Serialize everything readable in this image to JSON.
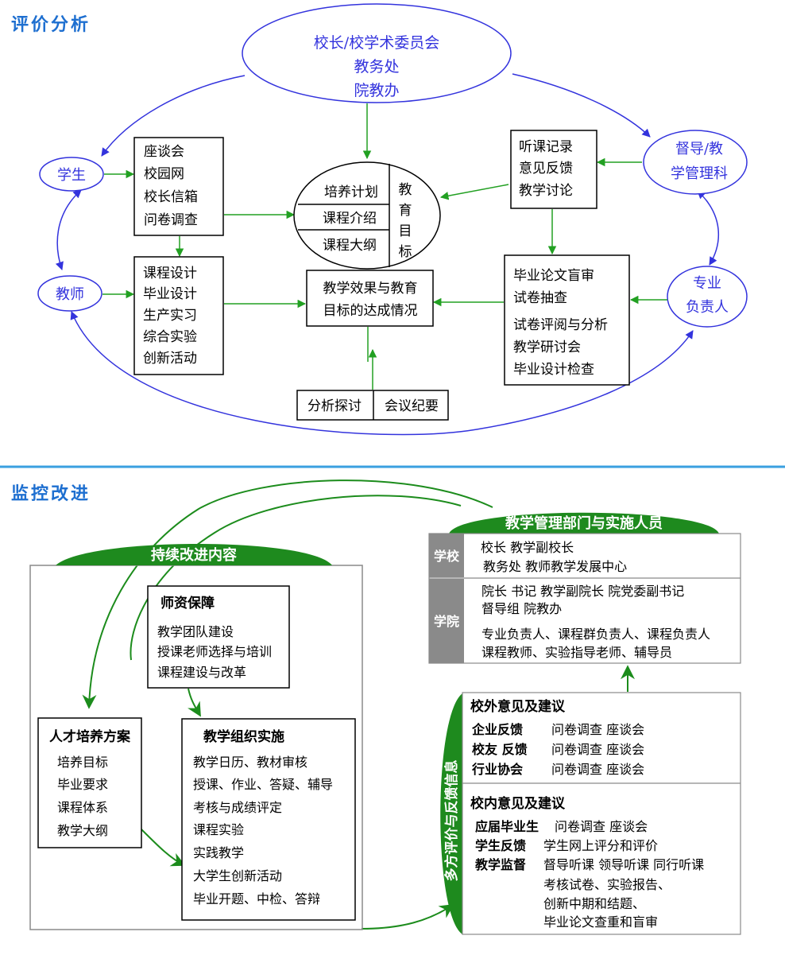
{
  "section1": {
    "title": "评价分析",
    "top_ellipse": [
      "校长/校学术委员会",
      "教务处",
      "院教办"
    ],
    "student": "学生",
    "teacher": "教师",
    "supervisor": [
      "督导/教",
      "学管理科"
    ],
    "major_head": [
      "专业",
      "负责人"
    ],
    "student_channels": [
      "座谈会",
      "校园网",
      "校长信箱",
      "问卷调查"
    ],
    "teacher_channels": [
      "课程设计",
      "毕业设计",
      "生产实习",
      "综合实验",
      "创新活动"
    ],
    "center_items": [
      "培养计划",
      "课程介绍",
      "课程大纲"
    ],
    "center_side": [
      "教",
      "育",
      "目",
      "标"
    ],
    "outcome": [
      "教学效果与教育",
      "目标的达成情况"
    ],
    "supervision_box": [
      "听课记录",
      "意见反馈",
      "教学讨论"
    ],
    "review_box": [
      "毕业论文盲审",
      "试卷抽查",
      "试卷评阅与分析",
      "教学研讨会",
      "毕业设计检查"
    ],
    "outputs": [
      "分析探讨",
      "会议纪要"
    ]
  },
  "section2": {
    "title": "监控改进",
    "continuous_label": "持续改进内容",
    "mgmt_label": "教学管理部门与实施人员",
    "faculty": {
      "title": "师资保障",
      "items": [
        "教学团队建设",
        "授课老师选择与培训",
        "课程建设与改革"
      ]
    },
    "talent": {
      "title": "人才培养方案",
      "items": [
        "培养目标",
        "毕业要求",
        "课程体系",
        "教学大纲"
      ]
    },
    "teaching": {
      "title": "教学组织实施",
      "items": [
        "教学日历、教材审核",
        "授课、作业、答疑、辅导",
        "考核与成绩评定",
        "课程实验",
        "实践教学",
        "大学生创新活动",
        "毕业开题、中检、答辩"
      ]
    },
    "school": {
      "label": "学校",
      "lines": [
        "校长 教学副校长",
        "教务处 教师教学发展中心"
      ]
    },
    "college": {
      "label": "学院",
      "lines": [
        "院长 书记 教学副院长 院党委副书记",
        "督导组 院教办",
        "专业负责人、课程群负责人、课程负责人",
        "课程教师、实验指导老师、辅导员"
      ]
    },
    "feedback_label": "多方评价与反馈信息",
    "external": {
      "title": "校外意见及建议",
      "rows": [
        {
          "label": "企业反馈",
          "value": "问卷调查 座谈会"
        },
        {
          "label": "校友 反馈",
          "value": "问卷调查 座谈会"
        },
        {
          "label": "行业协会",
          "value": "问卷调查 座谈会"
        }
      ]
    },
    "internal": {
      "title": "校内意见及建议",
      "rows": [
        {
          "label": "应届毕业生",
          "value": "问卷调查 座谈会"
        },
        {
          "label": "学生反馈",
          "value": "学生网上评分和评价"
        },
        {
          "label": "教学监督",
          "value": "督导听课 领导听课 同行听课"
        }
      ],
      "extra": [
        "考核试卷、实验报告、",
        "创新中期和结题、",
        "毕业论文查重和盲审"
      ]
    }
  },
  "colors": {
    "blue": "#3333dd",
    "green": "#22a022",
    "dark_green": "#1c8c1c",
    "section_title": "#1e6fd0",
    "divider": "#3aa0e0",
    "label_gray": "#8a8a8a"
  }
}
